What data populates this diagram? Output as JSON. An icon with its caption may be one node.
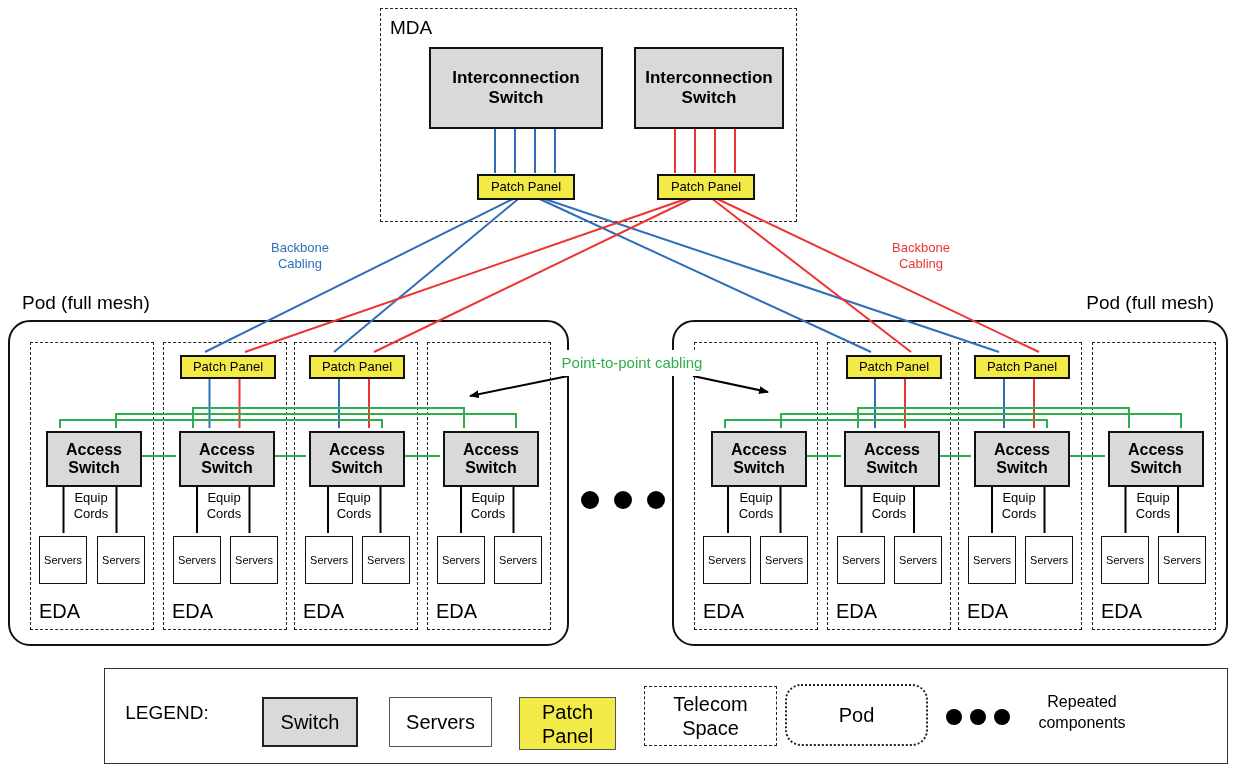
{
  "diagram": {
    "nodes": [
      {
        "text": [
          "MDA"
        ]
      },
      {
        "text": [
          "Interconnection Switch"
        ],
        "in": 0
      },
      {
        "text": [
          "Interconnection Switch"
        ],
        "in": 0
      },
      {
        "text": [
          "Patch Panel"
        ],
        "in": 0
      },
      {
        "text": [
          "Patch Panel"
        ],
        "in": 0
      },
      {
        "text": [
          "Pod (full mesh)"
        ]
      },
      {
        "text": [
          "EDA"
        ],
        "in": 5
      },
      {
        "text": [
          "Access Switch"
        ],
        "in": 6
      },
      {
        "text": [
          "Servers"
        ],
        "in": 6
      },
      {
        "text": [
          "Servers"
        ],
        "in": 6
      },
      {
        "text": [
          "EDA"
        ],
        "in": 5
      },
      {
        "text": [
          "Patch Panel"
        ],
        "in": 10
      },
      {
        "text": [
          "Access Switch"
        ],
        "in": 10
      },
      {
        "text": [
          "Servers"
        ],
        "in": 10
      },
      {
        "text": [
          "Servers"
        ],
        "in": 10
      },
      {
        "text": [
          "EDA"
        ],
        "in": 5
      },
      {
        "text": [
          "Patch Panel"
        ],
        "in": 15
      },
      {
        "text": [
          "Access Switch"
        ],
        "in": 15
      },
      {
        "text": [
          "Servers"
        ],
        "in": 15
      },
      {
        "text": [
          "Servers"
        ],
        "in": 15
      },
      {
        "text": [
          "EDA"
        ],
        "in": 5
      },
      {
        "text": [
          "Access Switch"
        ],
        "in": 20
      },
      {
        "text": [
          "Servers"
        ],
        "in": 20
      },
      {
        "text": [
          "Servers"
        ],
        "in": 20
      },
      {
        "text": [
          "Point-to-point cabling"
        ]
      },
      {
        "text": [
          "Pod (full mesh)"
        ]
      },
      {
        "text": [
          "EDA"
        ],
        "in": 25
      },
      {
        "text": [
          "Access Switch"
        ],
        "in": 26
      },
      {
        "text": [
          "Servers"
        ],
        "in": 26
      },
      {
        "text": [
          "Servers"
        ],
        "in": 26
      },
      {
        "text": [
          "EDA"
        ],
        "in": 25
      },
      {
        "text": [
          "Patch Panel"
        ],
        "in": 30
      },
      {
        "text": [
          "Access Switch"
        ],
        "in": 30
      },
      {
        "text": [
          "Servers"
        ],
        "in": 30
      },
      {
        "text": [
          "Servers"
        ],
        "in": 30
      },
      {
        "text": [
          "EDA"
        ],
        "in": 25
      },
      {
        "text": [
          "Patch Panel"
        ],
        "in": 35
      },
      {
        "text": [
          "Access Switch"
        ],
        "in": 35
      },
      {
        "text": [
          "Servers"
        ],
        "in": 35
      },
      {
        "text": [
          "Servers"
        ],
        "in": 35
      },
      {
        "text": [
          "EDA"
        ],
        "in": 25
      },
      {
        "text": [
          "Access Switch"
        ],
        "in": 40
      },
      {
        "text": [
          "Servers"
        ],
        "in": 40
      },
      {
        "text": [
          "Servers"
        ],
        "in": 40
      }
    ],
    "edges": [
      {
        "from": 1,
        "to": 3,
        "arrow": "none",
        "color": "#2f6fba"
      },
      {
        "from": 1,
        "to": 3,
        "arrow": "none",
        "color": "#2f6fba"
      },
      {
        "from": 1,
        "to": 3,
        "arrow": "none",
        "color": "#2f6fba"
      },
      {
        "from": 1,
        "to": 3,
        "arrow": "none",
        "color": "#2f6fba"
      },
      {
        "from": 2,
        "to": 4,
        "arrow": "none",
        "color": "#ee3333"
      },
      {
        "from": 2,
        "to": 4,
        "arrow": "none",
        "color": "#ee3333"
      },
      {
        "from": 2,
        "to": 4,
        "arrow": "none",
        "color": "#ee3333"
      },
      {
        "from": 2,
        "to": 4,
        "arrow": "none",
        "color": "#ee3333"
      },
      {
        "from": 3,
        "to": 11,
        "arrow": "none",
        "color": "#2f6fba"
      },
      {
        "from": 3,
        "to": 16,
        "arrow": "none",
        "color": "#2f6fba"
      },
      {
        "from": 3,
        "to": 31,
        "arrow": "none",
        "color": "#2f6fba"
      },
      {
        "from": 3,
        "to": 36,
        "arrow": "none",
        "color": "#2f6fba"
      },
      {
        "from": 4,
        "to": 11,
        "arrow": "none",
        "color": "#ee3333"
      },
      {
        "from": 4,
        "to": 16,
        "arrow": "none",
        "color": "#ee3333"
      },
      {
        "from": 4,
        "to": 31,
        "arrow": "none",
        "color": "#ee3333"
      },
      {
        "from": 4,
        "to": 36,
        "arrow": "none",
        "color": "#ee3333"
      },
      {
        "from": 11,
        "to": 12,
        "arrow": "none",
        "color": "#2f6fba"
      },
      {
        "from": 11,
        "to": 12,
        "arrow": "none",
        "color": "#ee3333"
      },
      {
        "from": 16,
        "to": 17,
        "arrow": "none",
        "color": "#2f6fba"
      },
      {
        "from": 16,
        "to": 17,
        "arrow": "none",
        "color": "#ee3333"
      },
      {
        "from": 31,
        "to": 32,
        "arrow": "none",
        "color": "#2f6fba"
      },
      {
        "from": 31,
        "to": 32,
        "arrow": "none",
        "color": "#ee3333"
      },
      {
        "from": 36,
        "to": 37,
        "arrow": "none",
        "color": "#2f6fba"
      },
      {
        "from": 36,
        "to": 37,
        "arrow": "none",
        "color": "#ee3333"
      },
      {
        "from": 7,
        "to": 12,
        "arrow": "none",
        "color": "#2db04b"
      },
      {
        "from": 12,
        "to": 17,
        "arrow": "none",
        "color": "#2db04b"
      },
      {
        "from": 17,
        "to": 21,
        "arrow": "none",
        "color": "#2db04b"
      },
      {
        "from": 7,
        "to": 17,
        "arrow": "none",
        "color": "#2db04b"
      },
      {
        "from": 7,
        "to": 21,
        "arrow": "none",
        "color": "#2db04b"
      },
      {
        "from": 12,
        "to": 21,
        "arrow": "none",
        "color": "#2db04b"
      },
      {
        "from": 27,
        "to": 32,
        "arrow": "none",
        "color": "#2db04b"
      },
      {
        "from": 32,
        "to": 37,
        "arrow": "none",
        "color": "#2db04b"
      },
      {
        "from": 37,
        "to": 41,
        "arrow": "none",
        "color": "#2db04b"
      },
      {
        "from": 27,
        "to": 37,
        "arrow": "none",
        "color": "#2db04b"
      },
      {
        "from": 27,
        "to": 41,
        "arrow": "none",
        "color": "#2db04b"
      },
      {
        "from": 32,
        "to": 41,
        "arrow": "none",
        "color": "#2db04b"
      },
      {
        "from": 7,
        "to": 8,
        "arrow": "none"
      },
      {
        "from": 7,
        "to": 9,
        "arrow": "none"
      },
      {
        "from": 12,
        "to": 13,
        "arrow": "none"
      },
      {
        "from": 12,
        "to": 14,
        "arrow": "none"
      },
      {
        "from": 17,
        "to": 18,
        "arrow": "none"
      },
      {
        "from": 17,
        "to": 19,
        "arrow": "none"
      },
      {
        "from": 21,
        "to": 22,
        "arrow": "none"
      },
      {
        "from": 21,
        "to": 23,
        "arrow": "none"
      },
      {
        "from": 27,
        "to": 28,
        "arrow": "none"
      },
      {
        "from": 27,
        "to": 29,
        "arrow": "none"
      },
      {
        "from": 32,
        "to": 33,
        "arrow": "none"
      },
      {
        "from": 32,
        "to": 34,
        "arrow": "none"
      },
      {
        "from": 37,
        "to": 38,
        "arrow": "none"
      },
      {
        "from": 37,
        "to": 39,
        "arrow": "none"
      },
      {
        "from": 41,
        "to": 42,
        "arrow": "none"
      },
      {
        "from": 41,
        "to": 43,
        "arrow": "none"
      },
      {
        "from": 24,
        "to": null,
        "arrow": "to"
      },
      {
        "from": 24,
        "to": null,
        "arrow": "to"
      }
    ],
    "labels": [
      "Backbone Cabling",
      "Backbone Cabling",
      "Equip Cords",
      "Equip Cords",
      "Equip Cords",
      "Equip Cords",
      "Equip Cords",
      "Equip Cords",
      "Equip Cords",
      "Equip Cords",
      "LEGEND:"
    ],
    "legend": [
      {
        "text": "Switch",
        "color": "#d9d9d9"
      },
      {
        "text": "Servers",
        "color": "#ffffff"
      },
      {
        "text": "Patch Panel",
        "color": "#f2ea47"
      },
      {
        "text": "Telecom Space"
      },
      {
        "text": "Pod"
      },
      {
        "text": "Repeated components"
      }
    ]
  }
}
